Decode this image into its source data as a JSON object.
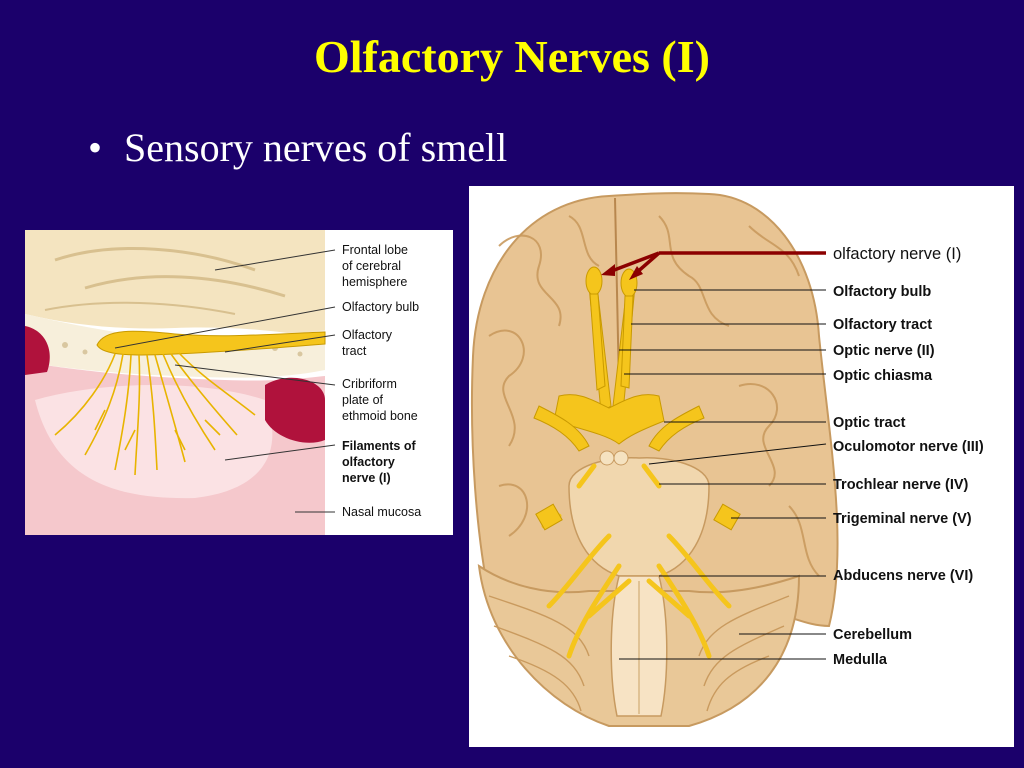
{
  "slide": {
    "title": "Olfactory Nerves (I)",
    "bullets": [
      "Sensory nerves of smell"
    ]
  },
  "left_diagram": {
    "labels": {
      "frontal_lobe": [
        "Frontal lobe",
        "of cerebral",
        "hemisphere"
      ],
      "olfactory_bulb": "Olfactory bulb",
      "olfactory_tract": [
        "Olfactory",
        "tract"
      ],
      "cribriform": [
        "Cribriform",
        "plate of",
        "ethmoid bone"
      ],
      "filaments": [
        "Filaments of",
        "olfactory",
        "nerve (I)"
      ],
      "nasal_mucosa": "Nasal mucosa"
    }
  },
  "right_diagram": {
    "highlight_label": "olfactory nerve (I)",
    "labels": {
      "olfactory_bulb": "Olfactory bulb",
      "olfactory_tract": "Olfactory tract",
      "optic_nerve": "Optic nerve (II)",
      "optic_chiasma": "Optic chiasma",
      "optic_tract": "Optic tract",
      "oculomotor": "Oculomotor nerve (III)",
      "trochlear": "Trochlear nerve (IV)",
      "trigeminal": "Trigeminal nerve (V)",
      "abducens": "Abducens nerve (VI)",
      "cerebellum": "Cerebellum",
      "medulla": "Medulla"
    }
  },
  "colors": {
    "background": "#1b006b",
    "title": "#ffff00",
    "bullet_text": "#ffffff",
    "nerve_yellow": "#f5c51c",
    "brain_tan": "#e8c493",
    "pointer_red": "#8b0000"
  }
}
